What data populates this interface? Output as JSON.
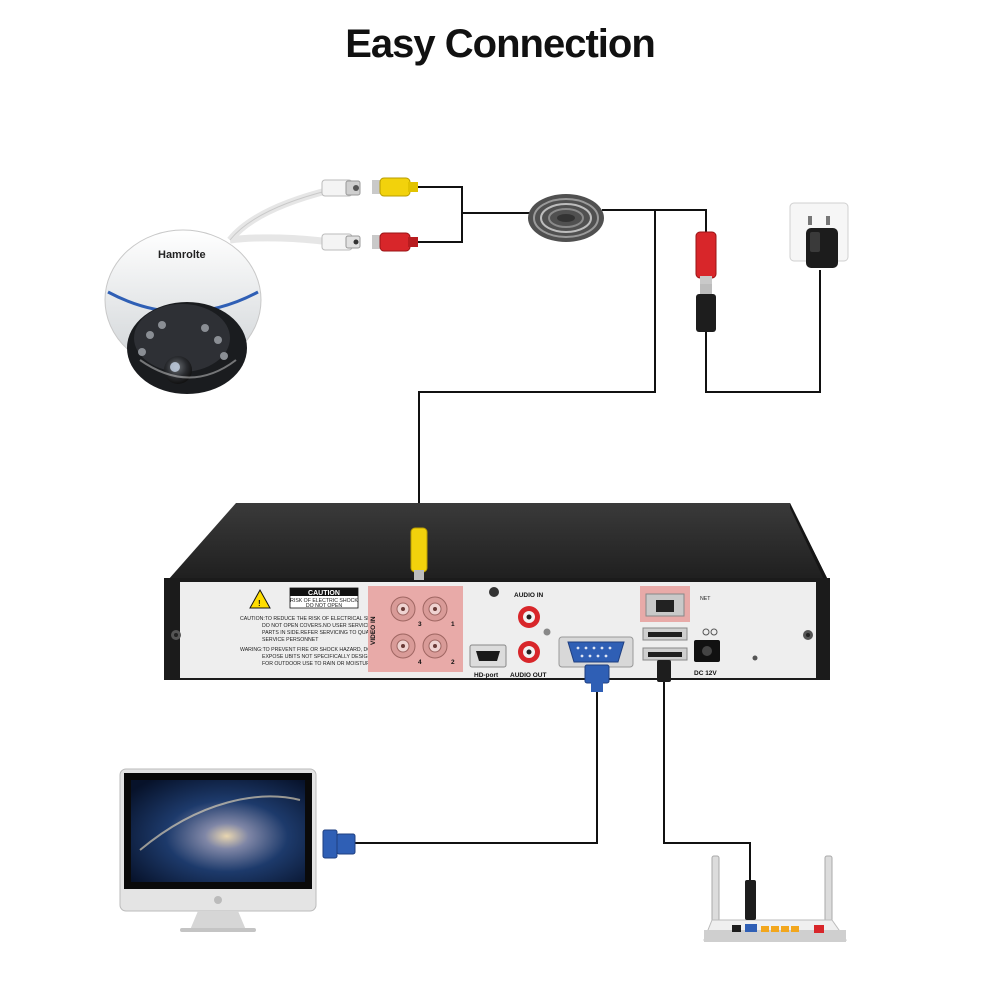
{
  "title": "Easy Connection",
  "camera": {
    "brand": "Hamrolte"
  },
  "dvr": {
    "caution_title": "CAUTION",
    "caution_sub1": "RISK OF ELECTRIC SHOCK",
    "caution_sub2": "DO NOT OPEN",
    "warning_lines": [
      "CAUTION:TO REDUCE THE RISK OF ELECTRICAL SHOCK,",
      "DO NOT OPEN COVERS.NO USER SERVICEABLE",
      "PARTS IN SIDE.REFER SERVICING TO QUALIFIED",
      "SERVICE PERSONNET",
      "WARING:TO PREVENT FIRE OR SHOCK HAZARD, DO NOT",
      "EXPOSE UBITS NOT SPECIFICALLY DESIGNED",
      "FOR OUTDOOR USE TO RAIN OR MOISTURE"
    ],
    "video_in_label": "VIDEO IN",
    "bnc_numbers": [
      "3",
      "1",
      "4",
      "2"
    ],
    "audio_in_label": "AUDIO IN",
    "audio_out_label": "AUDIO OUT",
    "hd_port_label": "HD-port",
    "net_label": "NET",
    "dc_label": "DC 12V"
  },
  "colors": {
    "cable": "#111111",
    "video_plug": "#f2d20c",
    "power_plug": "#d8262a",
    "vga_blue": "#2f5fb5",
    "dvr_body": "#2b2b2b",
    "dvr_panel": "#eeeeee",
    "bnc_panel": "#e8aaa8"
  },
  "icons": [
    "cctv-dome-camera-icon",
    "power-adapter-icon",
    "wall-socket-icon",
    "monitor-icon",
    "router-icon",
    "dvr-recorder-icon"
  ]
}
